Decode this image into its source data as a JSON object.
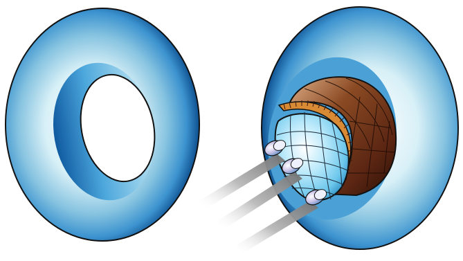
{
  "figure": {
    "panels": [
      {
        "id": "left",
        "content": "torus-ring-hollow"
      },
      {
        "id": "right",
        "content": "torus-ring-with-plasma-and-blanket-cutaway"
      }
    ],
    "beam_count": 3,
    "colors": {
      "torus_dark": "#0e4f8f",
      "torus_mid": "#3c93cf",
      "torus_light": "#d8f0f7",
      "plasma_light": "#e7f8ff",
      "plasma_mid": "#6cc7ec",
      "blanket_dark": "#3a1a0e",
      "blanket_mid": "#8a4a23",
      "blanket_orange": "#d98a35",
      "beam_gray": "#9a9a9a",
      "injector_lavender": "#c9c2e6",
      "injector_blue": "#5f8fc7",
      "outline": "#111111"
    }
  }
}
